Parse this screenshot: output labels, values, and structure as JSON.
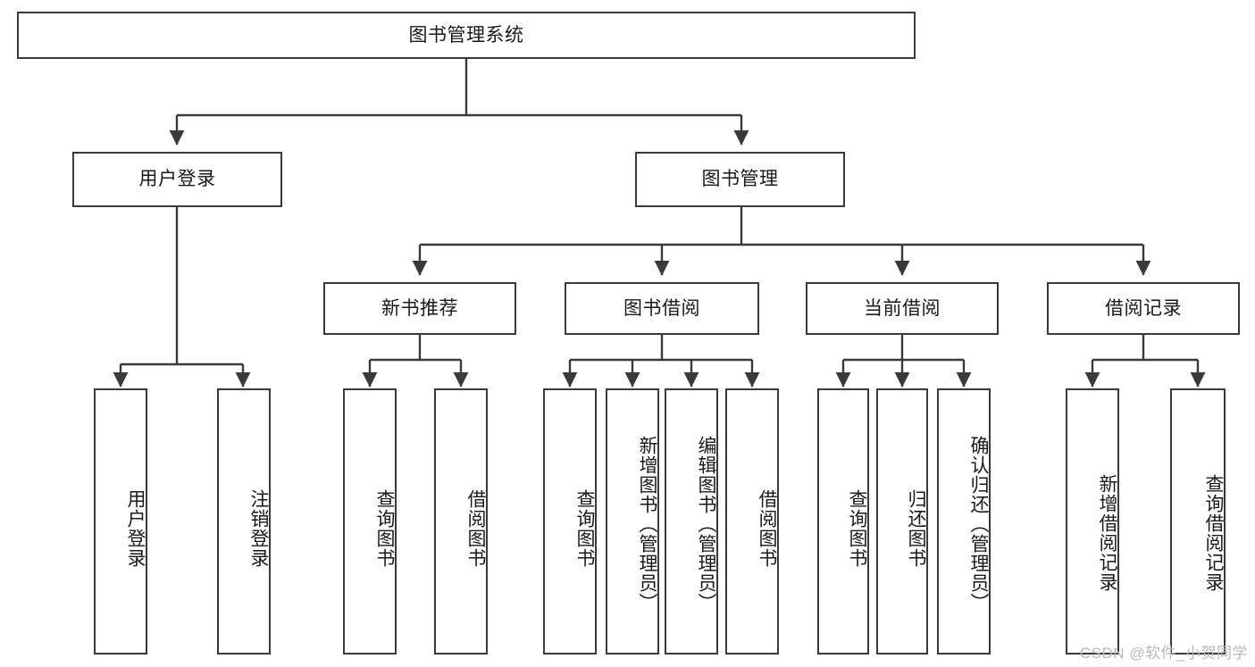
{
  "diagram": {
    "title_node": {
      "label": "图书管理系统"
    },
    "level2": [
      {
        "id": "user-login",
        "label": "用户登录"
      },
      {
        "id": "book-management",
        "label": "图书管理"
      }
    ],
    "level3": [
      {
        "id": "new-book-recommend",
        "label": "新书推荐"
      },
      {
        "id": "book-borrow",
        "label": "图书借阅"
      },
      {
        "id": "current-borrow",
        "label": "当前借阅"
      },
      {
        "id": "borrow-record",
        "label": "借阅记录"
      }
    ],
    "leaves": {
      "user_login": [
        {
          "id": "leaf-user-login",
          "label": "用户登录"
        },
        {
          "id": "leaf-logout-login",
          "label": "注销登录"
        }
      ],
      "new_book_recommend": [
        {
          "id": "leaf-query-book-1",
          "label": "查询图书"
        },
        {
          "id": "leaf-borrow-book-1",
          "label": "借阅图书"
        }
      ],
      "book_borrow": [
        {
          "id": "leaf-query-book-2",
          "label": "查询图书"
        },
        {
          "id": "leaf-add-book",
          "label": "新增图书（管理员）"
        },
        {
          "id": "leaf-edit-book",
          "label": "编辑图书（管理员）"
        },
        {
          "id": "leaf-borrow-book-2",
          "label": "借阅图书"
        }
      ],
      "current_borrow": [
        {
          "id": "leaf-query-book-3",
          "label": "查询图书"
        },
        {
          "id": "leaf-return-book",
          "label": "归还图书"
        },
        {
          "id": "leaf-confirm-return",
          "label": "确认归还（管理员）"
        }
      ],
      "borrow_record": [
        {
          "id": "leaf-add-record",
          "label": "新增借阅记录"
        },
        {
          "id": "leaf-query-record",
          "label": "查询借阅记录"
        }
      ]
    }
  },
  "watermark": {
    "text": "CSDN @软件_小贺同学"
  },
  "colors": {
    "border": "#3a3a3a",
    "background": "#ffffff",
    "text": "#1a1a1a",
    "watermark": "#b9b9b9"
  }
}
